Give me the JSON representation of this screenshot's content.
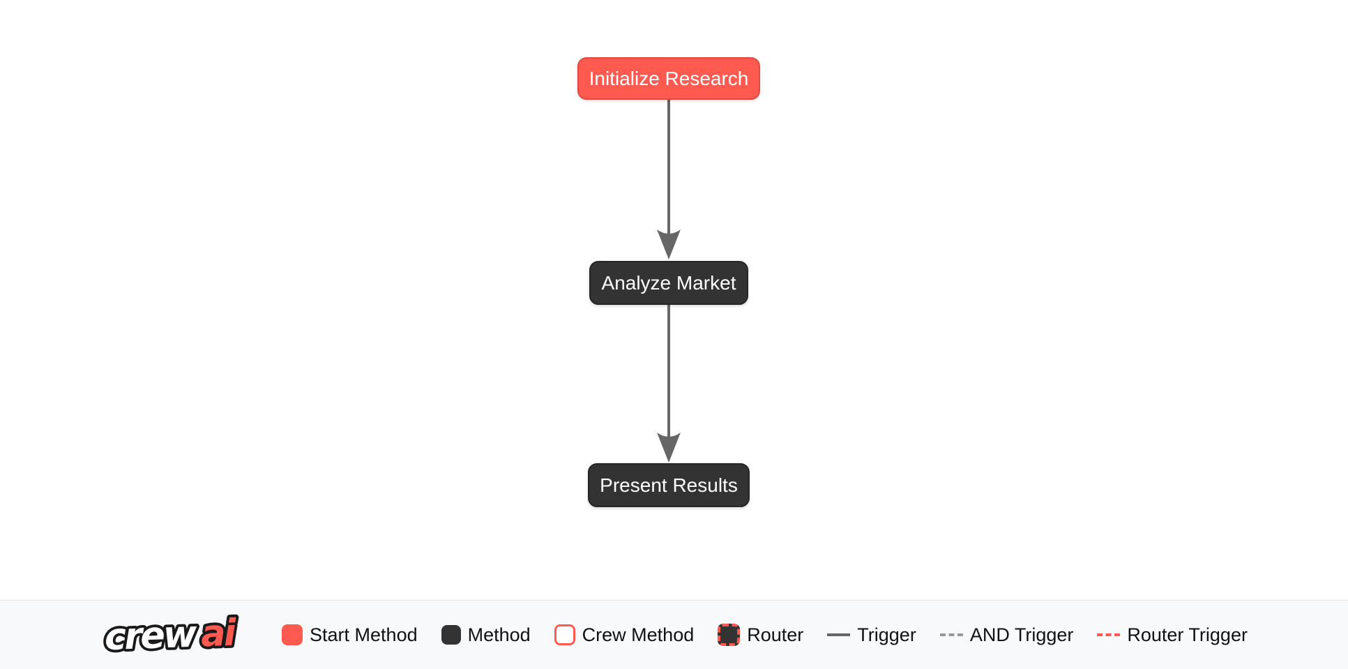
{
  "diagram": {
    "nodes": [
      {
        "id": "initialize_research",
        "label": "Initialize Research",
        "type": "start"
      },
      {
        "id": "analyze_market",
        "label": "Analyze Market",
        "type": "method"
      },
      {
        "id": "present_results",
        "label": "Present Results",
        "type": "method"
      }
    ],
    "edges": [
      {
        "from": "initialize_research",
        "to": "analyze_market",
        "type": "trigger"
      },
      {
        "from": "analyze_market",
        "to": "present_results",
        "type": "trigger"
      }
    ]
  },
  "legend": {
    "logo_crew": "crew",
    "logo_ai": "ai",
    "items": [
      {
        "label": "Start Method",
        "swatch": "start-method"
      },
      {
        "label": "Method",
        "swatch": "method"
      },
      {
        "label": "Crew Method",
        "swatch": "crew-method"
      },
      {
        "label": "Router",
        "swatch": "router"
      },
      {
        "label": "Trigger",
        "swatch": "trigger-line"
      },
      {
        "label": "AND Trigger",
        "swatch": "and-trigger-line"
      },
      {
        "label": "Router Trigger",
        "swatch": "router-trigger-line"
      }
    ]
  },
  "colors": {
    "start": "#FF5A50",
    "start_border": "#e04a40",
    "method": "#333333",
    "method_border": "#262626",
    "edge": "#666666",
    "and_trigger": "#999999",
    "legend_bg": "#f8f9fa",
    "legend_border": "#e4e4e7",
    "canvas_bg": "#ffffff",
    "text_light": "#ffffff",
    "text_dark": "#111111",
    "logo_outline": "#1a1a1a"
  }
}
